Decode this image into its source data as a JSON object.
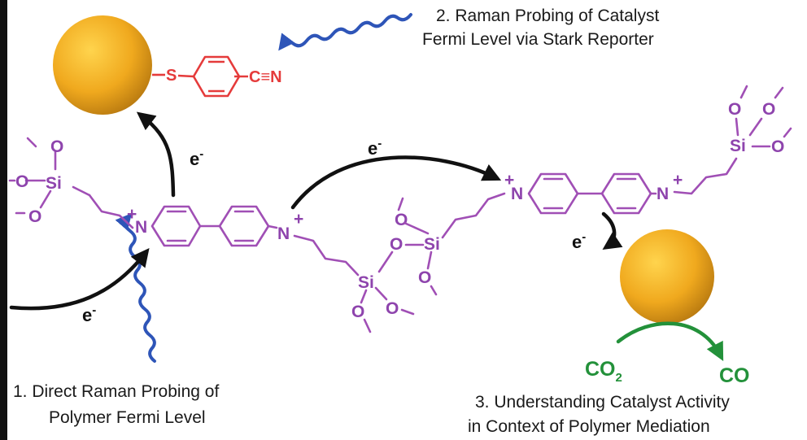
{
  "captions": {
    "raman_stark": [
      "2. Raman Probing of Catalyst",
      "Fermi Level via Stark Reporter"
    ],
    "direct_raman": [
      "1.  Direct Raman Probing of",
      "Polymer Fermi Level"
    ],
    "activity": [
      "3. Understanding Catalyst Activity",
      "in Context of Polymer Mediation"
    ]
  },
  "electron": {
    "symbol": "e",
    "sup": "-"
  },
  "atoms": {
    "si": "Si",
    "o": "O",
    "n": "N",
    "plus": "+",
    "s": "S",
    "cn": "C≡N"
  },
  "reaction": {
    "reactant": "CO",
    "reactant_sub": "2",
    "product": "CO"
  },
  "colors": {
    "polymer": "#a04fb5",
    "reporter": "#e53b3b",
    "reaction": "#23913a",
    "laser": "#2e55b8",
    "catalyst": "#f0a91e"
  }
}
